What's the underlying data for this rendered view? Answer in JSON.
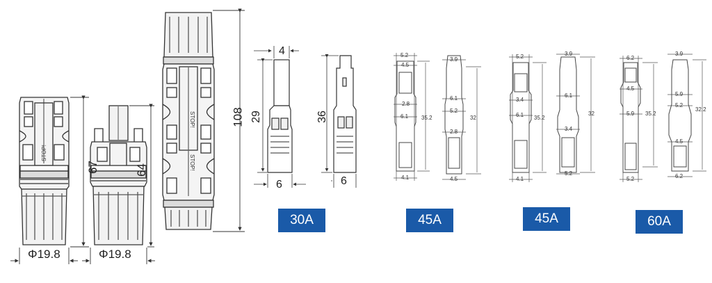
{
  "connectors": {
    "female": {
      "diameter": "Φ19.8",
      "length": "67"
    },
    "male": {
      "diameter": "Φ19.8",
      "length": "64"
    },
    "assembled": {
      "length": "108"
    },
    "mark_text": "STOP!"
  },
  "contacts": [
    {
      "rating": "30A",
      "pin": {
        "width_top": "4",
        "length": "29",
        "width_bottom": "6"
      },
      "socket": {
        "length": "36",
        "width_bottom": "6"
      }
    },
    {
      "rating": "45A",
      "pin": {
        "d1": "5.2",
        "d2": "4.5",
        "d3": "2.8",
        "d4": "6.1",
        "d5": "4.1",
        "length": "35.2"
      },
      "socket": {
        "d1": "3.9",
        "d2": "6.1",
        "d3": "5.2",
        "d4": "2.8",
        "d5": "4.5",
        "length": "32"
      }
    },
    {
      "rating": "45A",
      "pin": {
        "d1": "5.2",
        "d2": "3.4",
        "d3": "6.1",
        "d4": "4.1",
        "length": "35.2"
      },
      "socket": {
        "d1": "3.9",
        "d2": "6.1",
        "d3": "3.4",
        "d4": "5.2",
        "length": "32"
      }
    },
    {
      "rating": "60A",
      "pin": {
        "d1": "6.2",
        "d2": "4.5",
        "d3": "5.9",
        "d4": "5.2",
        "length": "35.2"
      },
      "socket": {
        "d1": "3.9",
        "d2": "5.9",
        "d3": "5.2",
        "d4": "4.5",
        "d5": "6.2",
        "length": "32.2"
      }
    }
  ]
}
